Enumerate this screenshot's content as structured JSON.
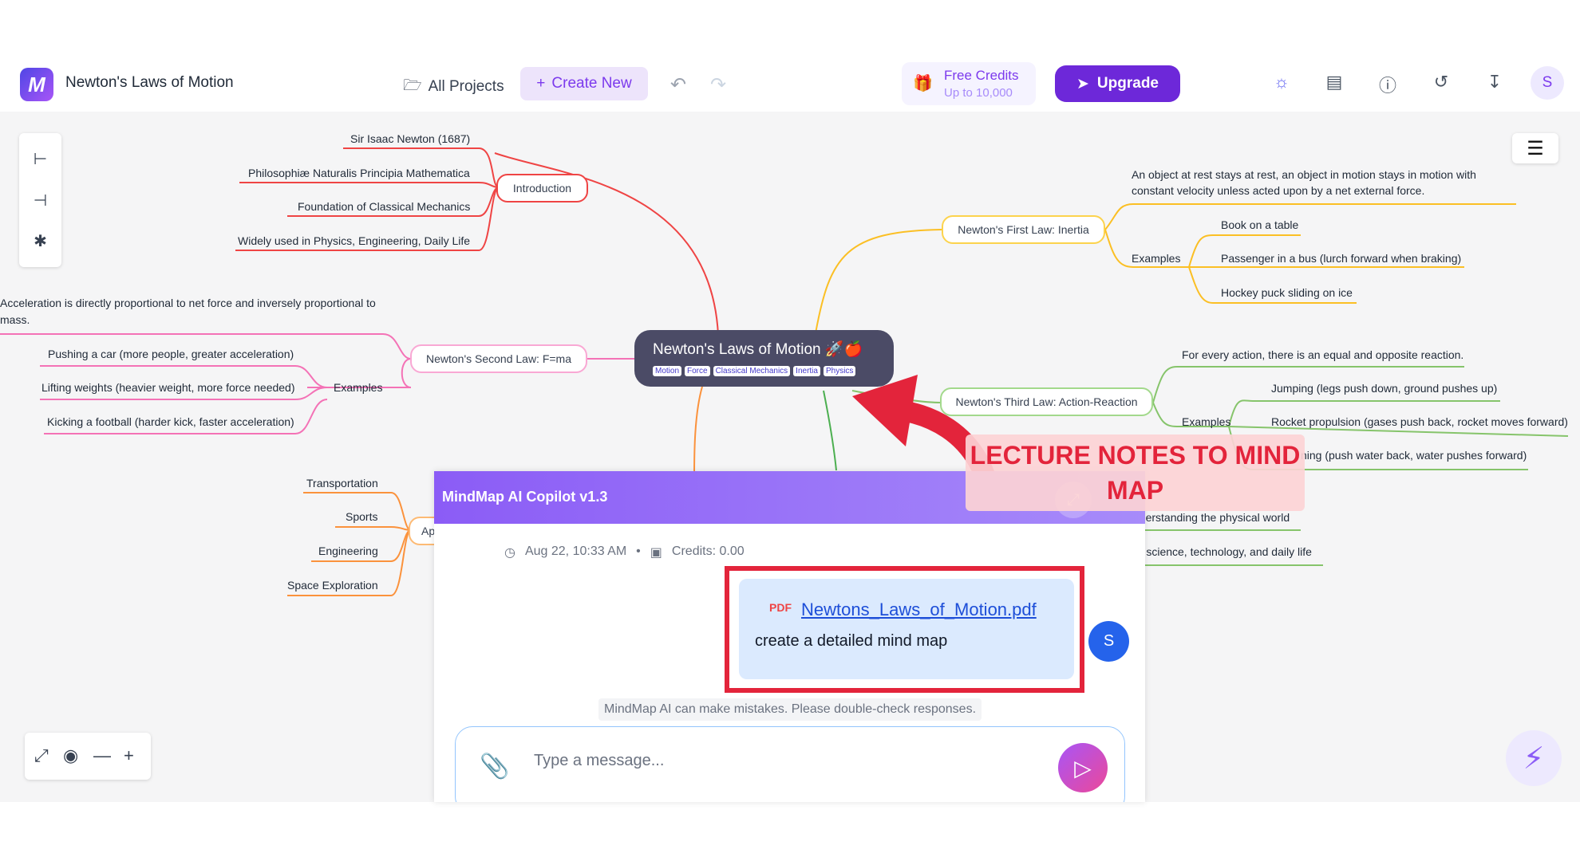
{
  "header": {
    "title": "Newton's Laws of Motion",
    "all_projects": "All Projects",
    "create_new": "Create New",
    "free_credits": "Free Credits",
    "credits_sub": "Up to 10,000",
    "upgrade": "Upgrade",
    "avatar": "S"
  },
  "map": {
    "central_title": "Newton's Laws of Motion 🚀🍎",
    "tags": [
      "Motion",
      "Force",
      "Classical Mechanics",
      "Inertia",
      "Physics"
    ],
    "intro": {
      "label": "Introduction",
      "items": [
        "Sir Isaac Newton (1687)",
        "Philosophiæ Naturalis Principia Mathematica",
        "Foundation of Classical Mechanics",
        "Widely used in Physics, Engineering, Daily Life"
      ]
    },
    "second": {
      "label": "Newton's Second Law: F=ma",
      "statement_1": "Acceleration is directly proportional to net force and inversely proportional to",
      "statement_2": "mass.",
      "examples_label": "Examples",
      "examples": [
        "Pushing a car (more people, greater acceleration)",
        "Lifting weights (heavier weight, more force needed)",
        "Kicking a football (harder kick, faster acceleration)"
      ]
    },
    "applications": {
      "label": "Ap",
      "items": [
        "Transportation",
        "Sports",
        "Engineering",
        "Space Exploration"
      ]
    },
    "first": {
      "label": "Newton's First Law: Inertia",
      "statement_1": "An object at rest stays at rest, an object in motion stays in motion with",
      "statement_2": "constant velocity unless acted upon by a net external force.",
      "examples_label": "Examples",
      "examples": [
        "Book on a table",
        "Passenger in a bus (lurch forward when braking)",
        "Hockey puck sliding on ice"
      ]
    },
    "third": {
      "label": "Newton's Third Law: Action-Reaction",
      "statement": "For every action, there is an equal and opposite reaction.",
      "examples_label": "Examples",
      "examples": [
        "Jumping (legs push down, ground pushes up)",
        "Rocket propulsion (gases push back, rocket moves forward)",
        "ning (push water back, water pushes forward)"
      ]
    },
    "importance": {
      "items": [
        "nderstanding the physical world",
        "rn science, technology, and daily life"
      ]
    }
  },
  "chat": {
    "title": "MindMap AI Copilot v1.3",
    "timestamp": "Aug 22, 10:33 AM",
    "credits": "Credits: 0.00",
    "pdf_badge": "PDF",
    "file_name": "Newtons_Laws_of_Motion.pdf",
    "message": "create a detailed mind map",
    "user_avatar": "S",
    "disclaimer": "MindMap AI can make mistakes. Please double-check responses.",
    "input_placeholder": "Type a message..."
  },
  "annotation": {
    "callout": "LECTURE NOTES TO MIND MAP"
  },
  "colors": {
    "accent": "#6d28d9",
    "intro": "#ef4444",
    "second": "#f472b6",
    "applications": "#f59e0b",
    "first": "#f59e0b",
    "third": "#86c46b",
    "callout": "#e3243b"
  },
  "icons": [
    "logo-icon",
    "folder-icon",
    "plus-icon",
    "undo-icon",
    "redo-icon",
    "gift-icon",
    "rocket-icon",
    "sun-icon",
    "book-icon",
    "help-icon",
    "share-icon",
    "download-icon",
    "menu-icon",
    "expand-icon",
    "clock-icon",
    "card-icon",
    "paperclip-icon",
    "send-icon",
    "bolt-icon"
  ]
}
